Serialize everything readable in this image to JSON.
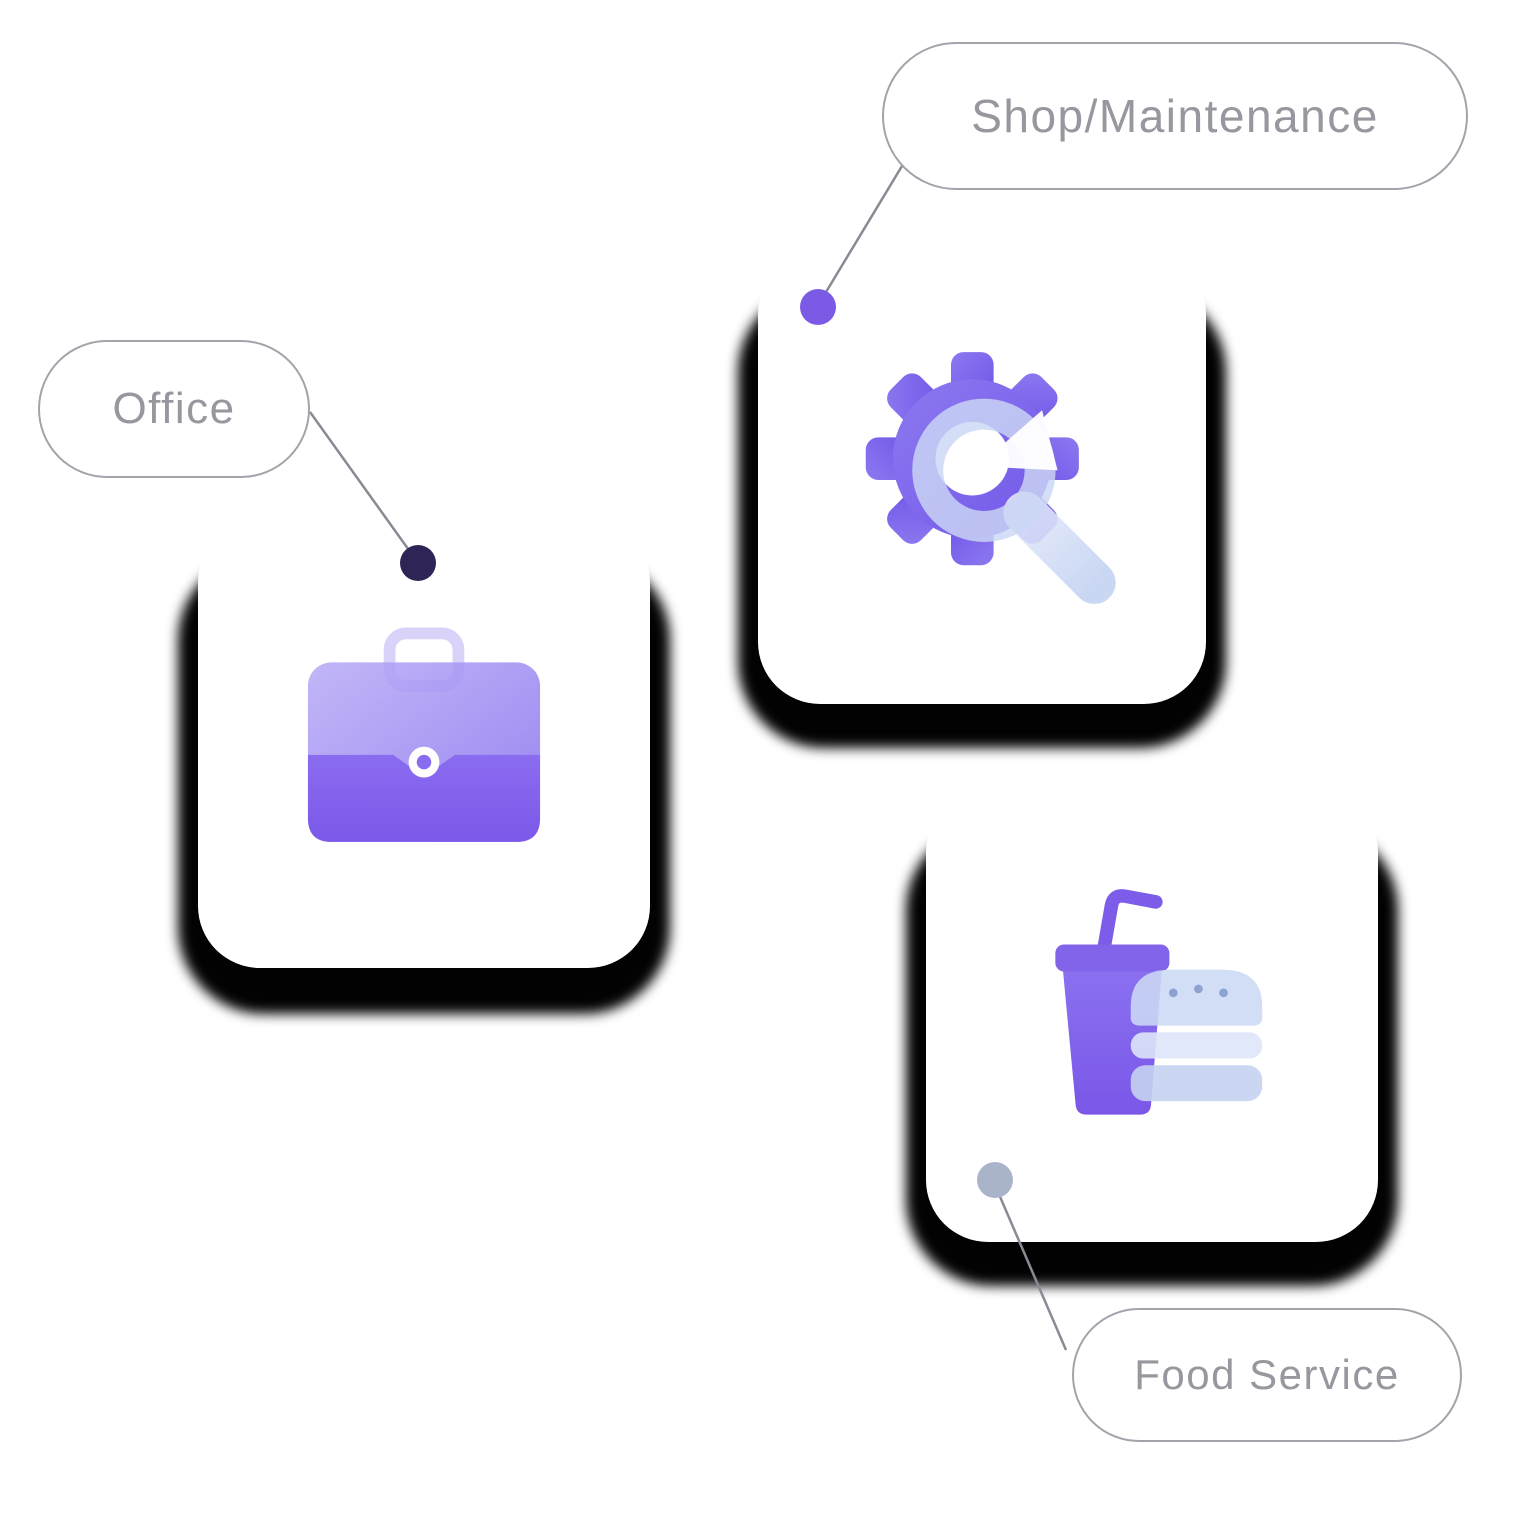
{
  "cards": [
    {
      "name": "shop-maintenance",
      "label": "Shop/Maintenance",
      "icon": "gear-wrench-icon",
      "dot_color": "#7b5be6"
    },
    {
      "name": "office",
      "label": "Office",
      "icon": "briefcase-icon",
      "dot_color": "#2f2456"
    },
    {
      "name": "food-service",
      "label": "Food Service",
      "icon": "drink-burger-icon",
      "dot_color": "#a9b4cb"
    }
  ],
  "colors": {
    "accent_purple": "#7c5ce8",
    "accent_purple_light": "#a995f5",
    "glass_blue": "#ccd9f5",
    "card_background": "#ffffff",
    "card_shadow": "#020202",
    "label_border": "#a3a3ac",
    "label_text": "#97979f",
    "connector_line": "#8a8a94"
  }
}
